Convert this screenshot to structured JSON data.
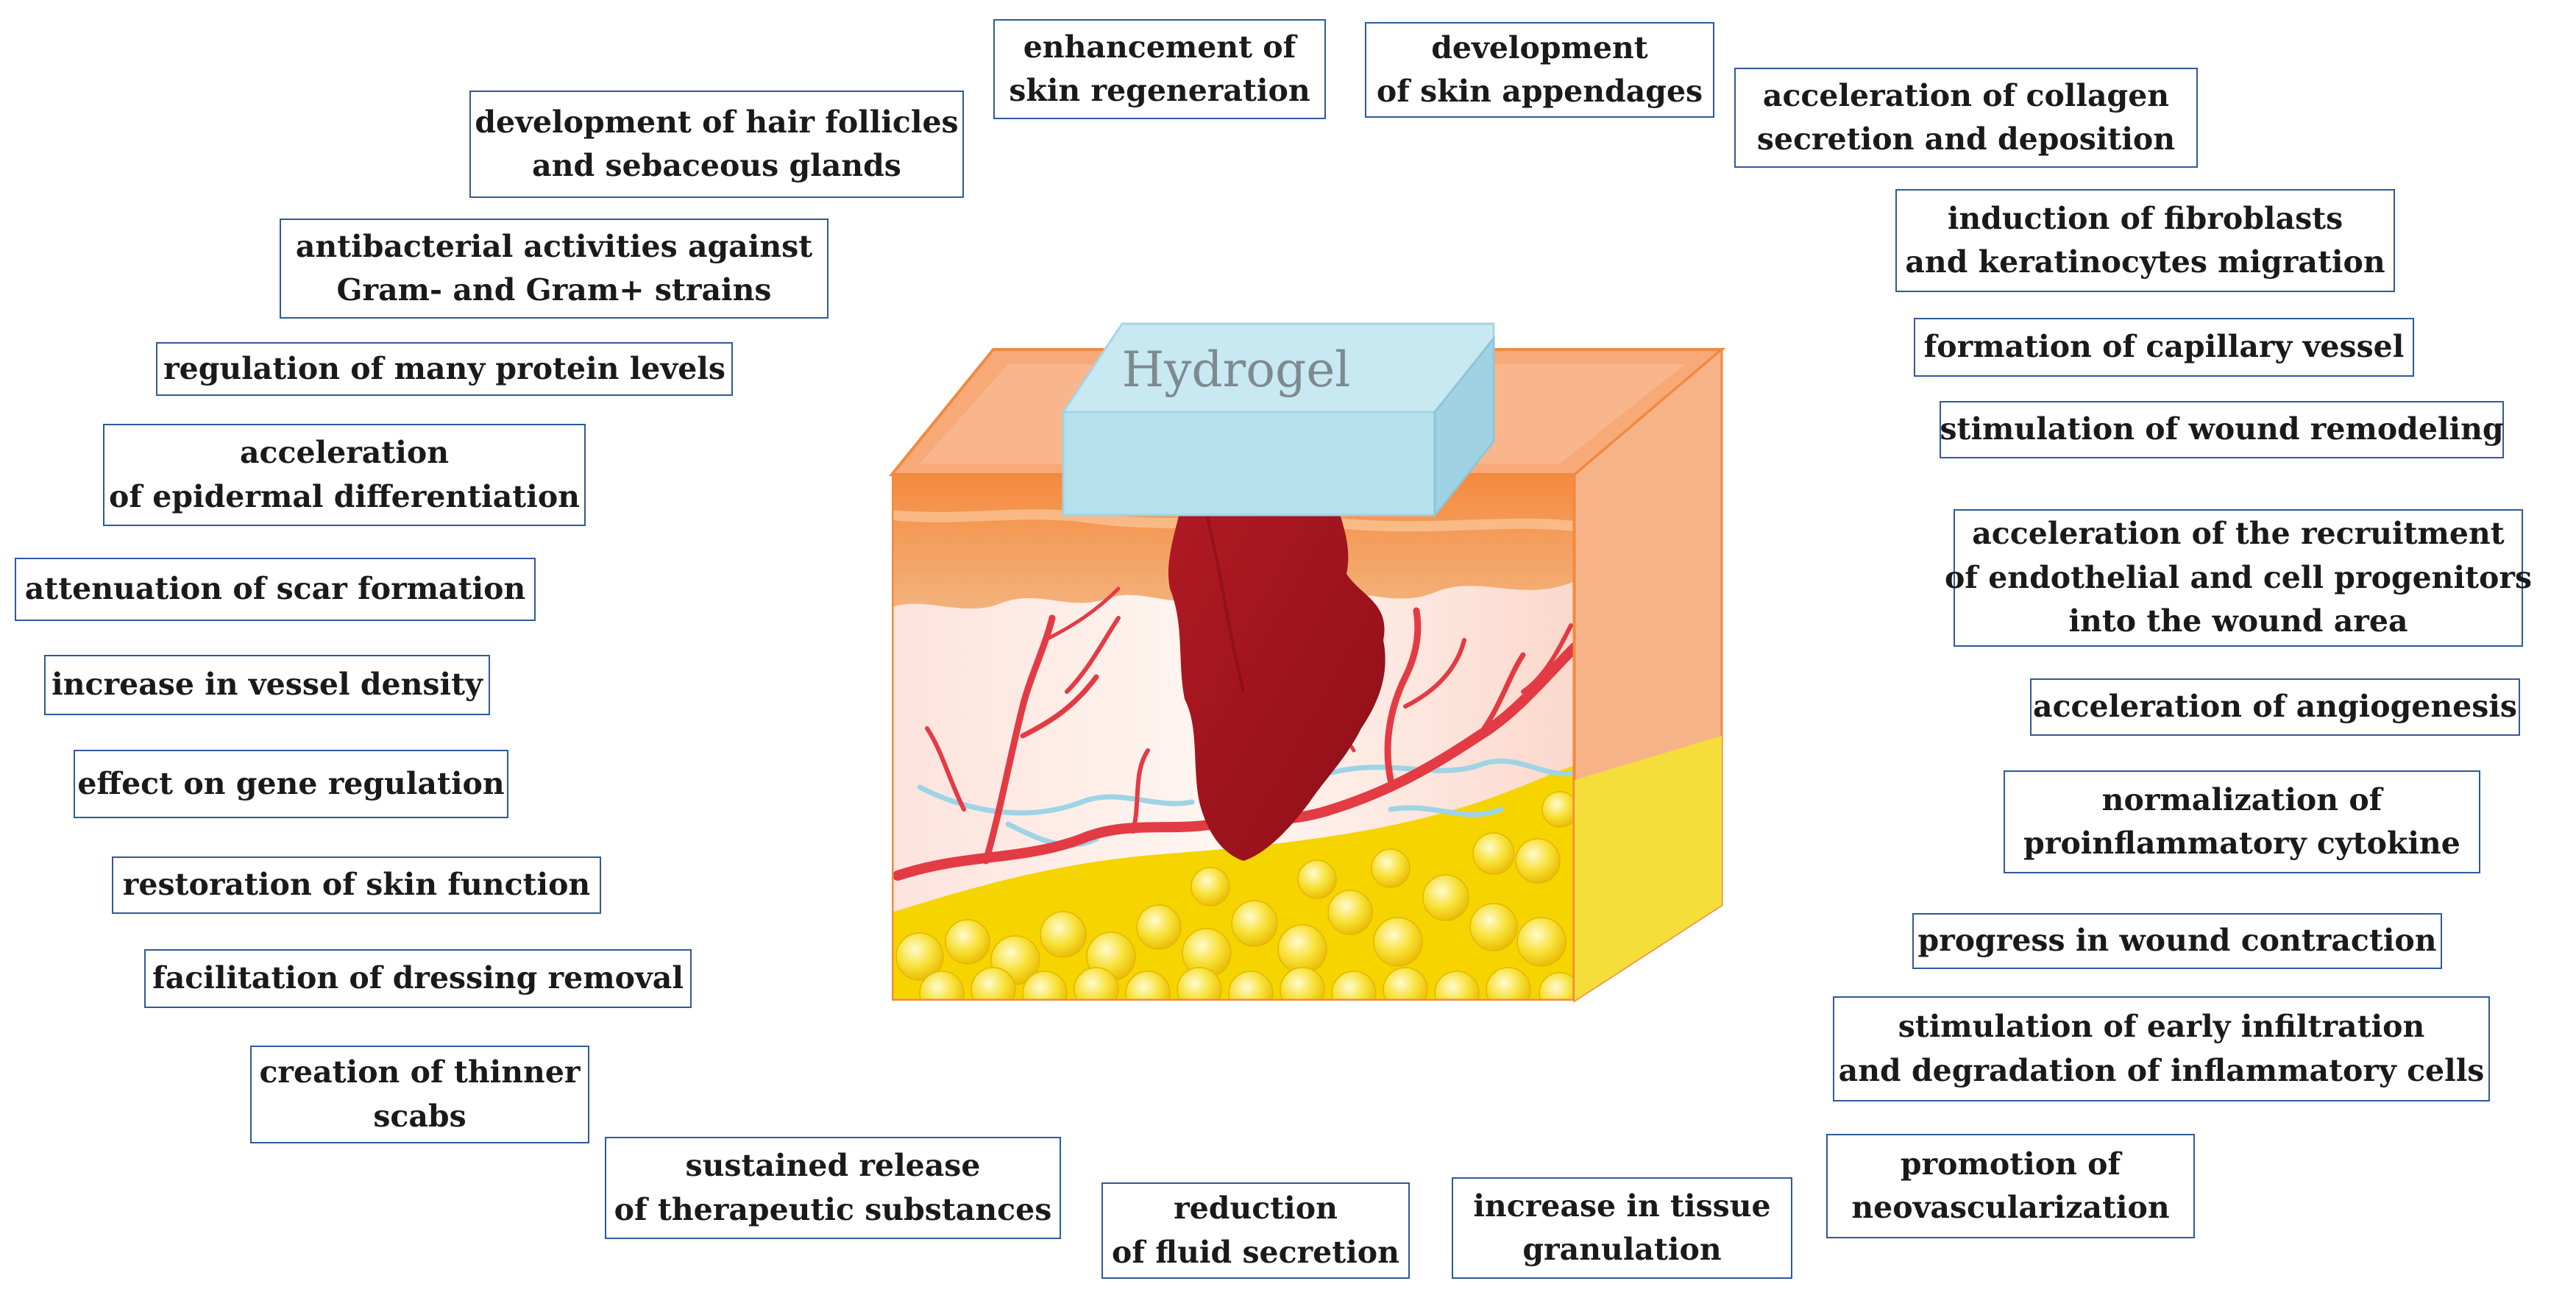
{
  "center": {
    "hydrogel_label": "Hydrogel"
  },
  "labels": {
    "skin_regeneration": [
      "enhancement of",
      "skin regeneration"
    ],
    "skin_appendages": [
      "development",
      "of skin appendages"
    ],
    "collagen": [
      "acceleration of collagen",
      "secretion and deposition"
    ],
    "hair_follicles": [
      "development of hair follicles",
      "and sebaceous glands"
    ],
    "fibroblasts": [
      "induction of fibroblasts",
      "and keratinocytes migration"
    ],
    "antibacterial": [
      "antibacterial activities against",
      "Gram- and Gram+ strains"
    ],
    "capillary": [
      "formation of capillary vessel"
    ],
    "protein_levels": [
      "regulation of many protein levels"
    ],
    "wound_remodeling": [
      "stimulation of wound remodeling"
    ],
    "epidermal": [
      "acceleration",
      "of epidermal differentiation"
    ],
    "recruitment": [
      "acceleration of the recruitment",
      "of endothelial and cell progenitors",
      "into the wound area"
    ],
    "scar": [
      "attenuation of scar formation"
    ],
    "vessel_density": [
      "increase in vessel density"
    ],
    "angiogenesis": [
      "acceleration of angiogenesis"
    ],
    "gene_regulation": [
      "effect on gene regulation"
    ],
    "cytokine": [
      "normalization of",
      "proinflammatory cytokine"
    ],
    "skin_function": [
      "restoration of skin function"
    ],
    "wound_contraction": [
      "progress in wound contraction"
    ],
    "dressing_removal": [
      "facilitation of dressing removal"
    ],
    "infiltration": [
      "stimulation of early infiltration",
      "and degradation of inflammatory cells"
    ],
    "thinner_scabs": [
      "creation of thinner",
      "scabs"
    ],
    "sustained_release": [
      "sustained release",
      "of therapeutic substances"
    ],
    "fluid_secretion": [
      "reduction",
      "of fluid secretion"
    ],
    "granulation": [
      "increase in tissue",
      "granulation"
    ],
    "neovascularization": [
      "promotion of",
      "neovascularization"
    ]
  },
  "colors": {
    "box_border": "#2f5a9a",
    "epidermis": "#f47a30",
    "dermis": "#fbe6df",
    "fat": "#f7d900",
    "wound": "#a8141e",
    "vessel": "#e33b44",
    "hydrogel": "#b5e1ec"
  }
}
